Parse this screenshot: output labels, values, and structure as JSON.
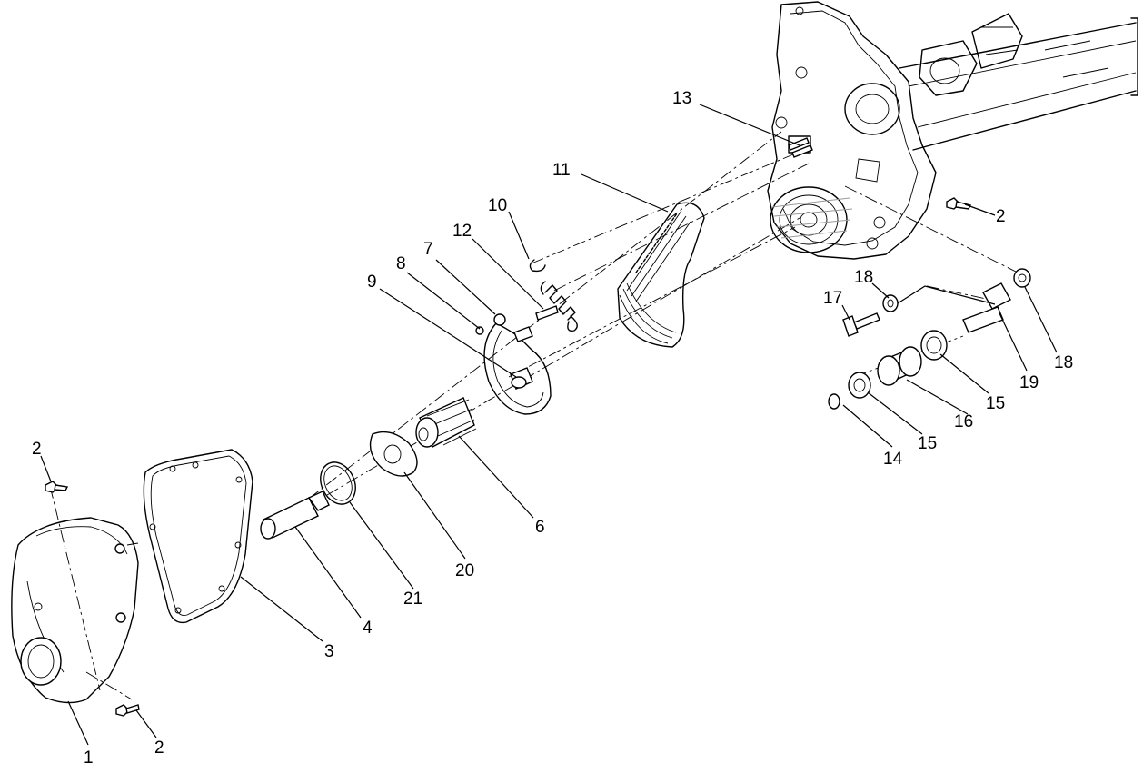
{
  "diagram": {
    "callouts": [
      {
        "label": "1"
      },
      {
        "label": "2"
      },
      {
        "label": "2"
      },
      {
        "label": "2"
      },
      {
        "label": "3"
      },
      {
        "label": "4"
      },
      {
        "label": "6"
      },
      {
        "label": "7"
      },
      {
        "label": "8"
      },
      {
        "label": "9"
      },
      {
        "label": "10"
      },
      {
        "label": "11"
      },
      {
        "label": "12"
      },
      {
        "label": "13"
      },
      {
        "label": "14"
      },
      {
        "label": "15"
      },
      {
        "label": "15"
      },
      {
        "label": "16"
      },
      {
        "label": "17"
      },
      {
        "label": "18"
      },
      {
        "label": "18"
      },
      {
        "label": "19"
      },
      {
        "label": "20"
      },
      {
        "label": "21"
      }
    ]
  }
}
